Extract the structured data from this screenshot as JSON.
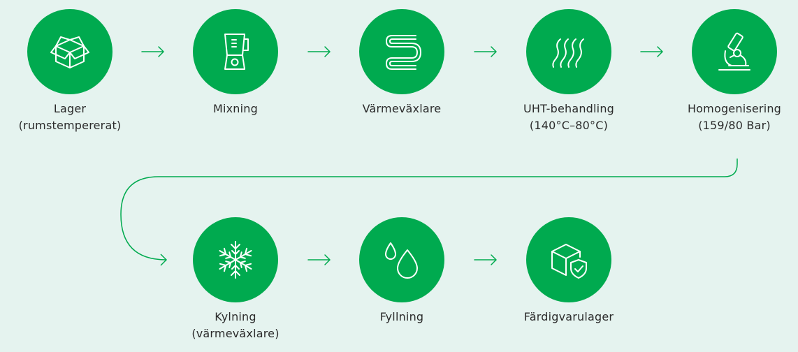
{
  "colors": {
    "background": "#e5f3ef",
    "accent": "#00aa4f",
    "text": "#2b2b2b"
  },
  "steps": [
    {
      "icon": "box-icon",
      "line1": "Lager",
      "line2": "(rumstempererat)"
    },
    {
      "icon": "blender-icon",
      "line1": "Mixning",
      "line2": ""
    },
    {
      "icon": "heat-exchanger-icon",
      "line1": "Värmeväxlare",
      "line2": ""
    },
    {
      "icon": "heat-waves-icon",
      "line1": "UHT-behandling",
      "line2": "(140°C–80°C)"
    },
    {
      "icon": "microscope-icon",
      "line1": "Homogenisering",
      "line2": "(159/80 Bar)"
    },
    {
      "icon": "snowflake-icon",
      "line1": "Kylning",
      "line2": "(värmeväxlare)"
    },
    {
      "icon": "drops-icon",
      "line1": "Fyllning",
      "line2": ""
    },
    {
      "icon": "box-shield-icon",
      "line1": "Färdigvarulager",
      "line2": ""
    }
  ]
}
